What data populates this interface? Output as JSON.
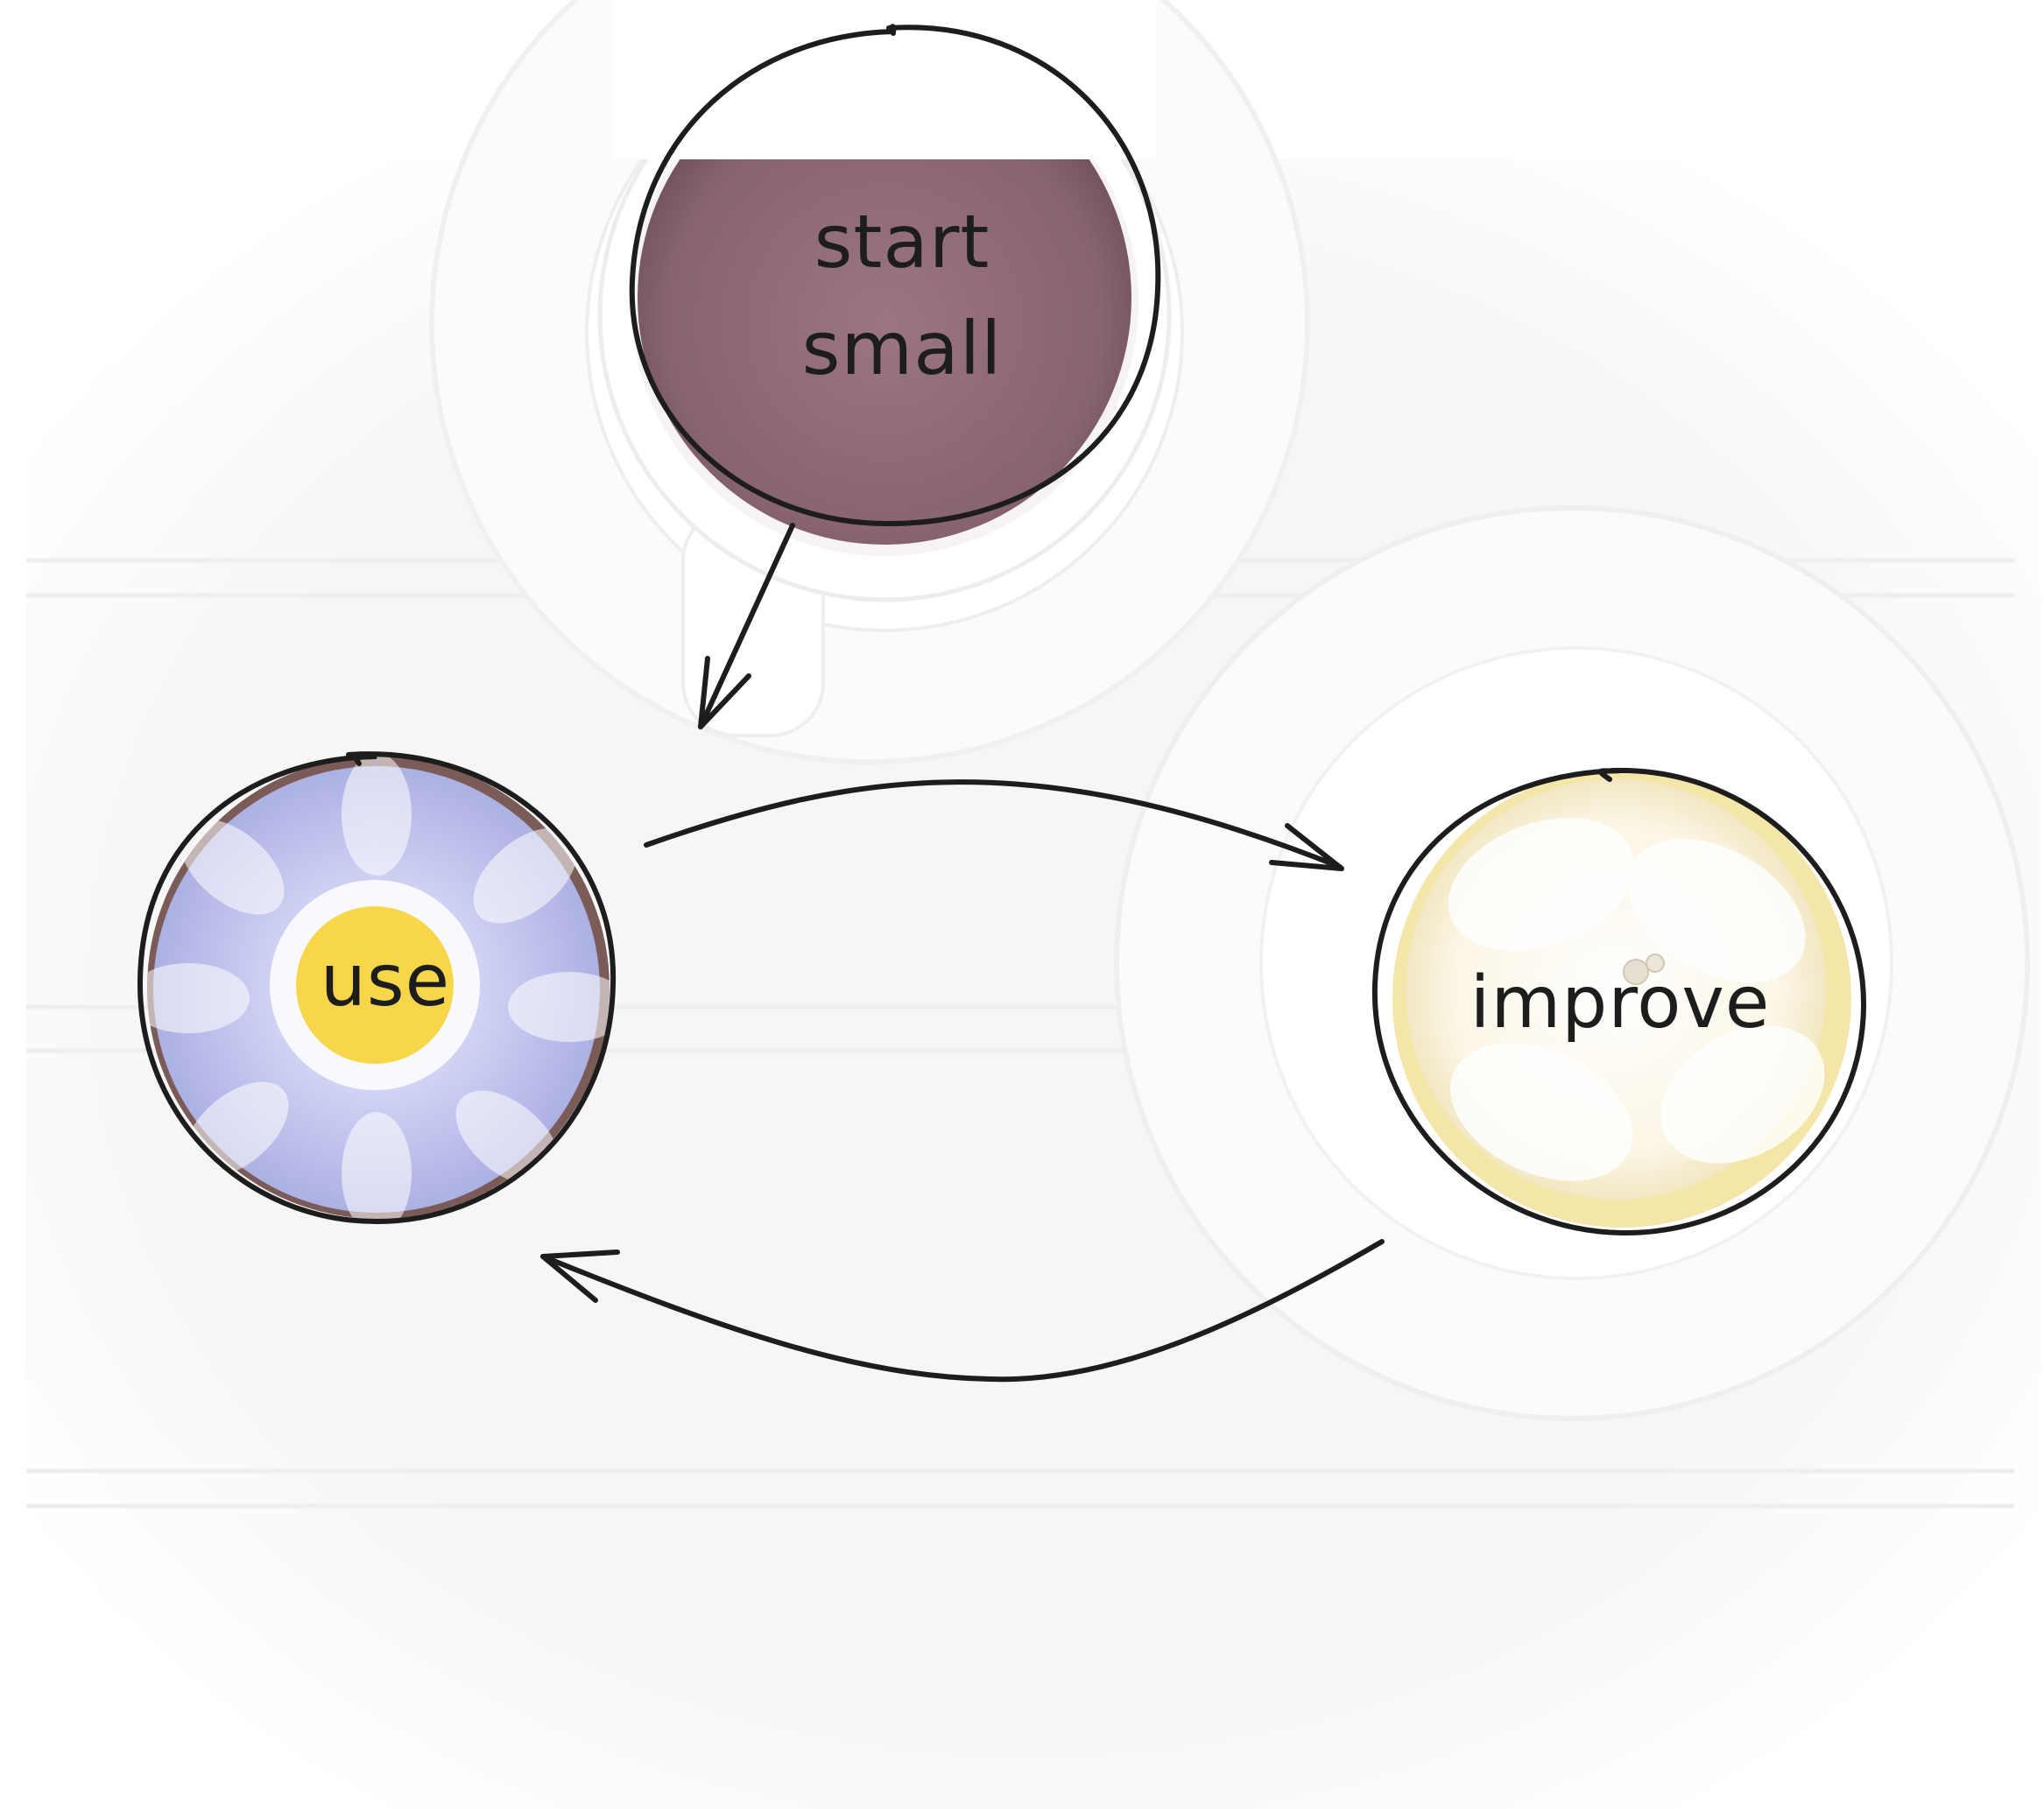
{
  "diagram": {
    "nodes": [
      {
        "id": "start",
        "lines": [
          "start",
          "small"
        ]
      },
      {
        "id": "use",
        "label": "use"
      },
      {
        "id": "improve",
        "label": "improve"
      }
    ],
    "edges": [
      {
        "from": "start",
        "to": "use"
      },
      {
        "from": "use",
        "to": "improve"
      },
      {
        "from": "improve",
        "to": "use"
      }
    ]
  },
  "colors": {
    "ink": "#1d1d1d",
    "tea": "#8a6570",
    "cream_flower": "#fdfaf0",
    "lavender_petals": "#b5b8e6",
    "yellow_center": "#f7d64a",
    "table_white": "#f7f7f7"
  }
}
